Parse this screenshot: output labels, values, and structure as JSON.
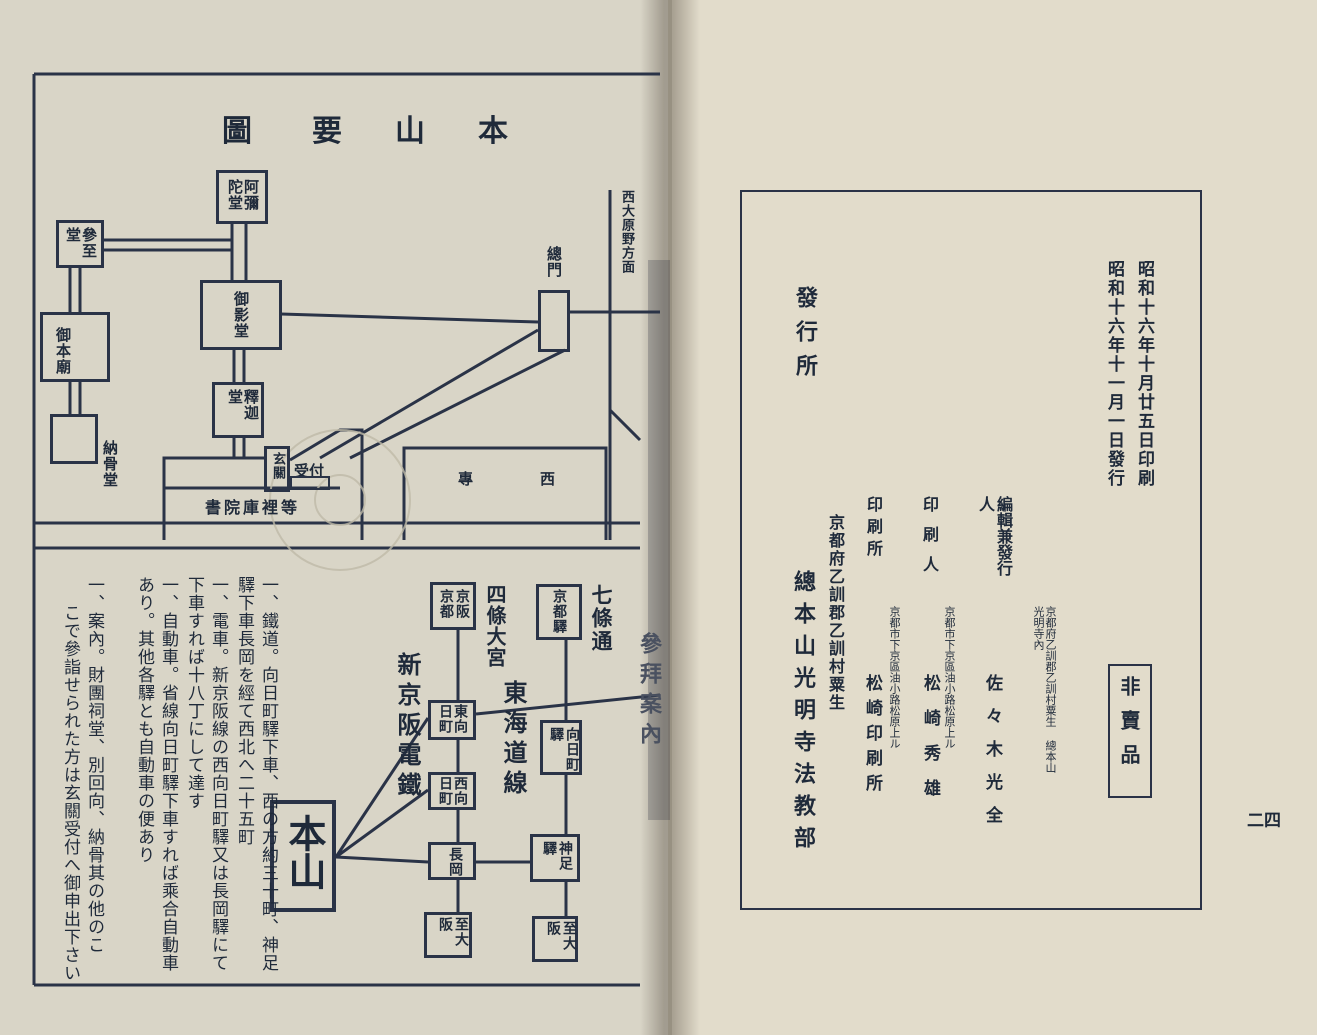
{
  "map": {
    "title": "本 山 要 圖",
    "title_chars": [
      "本",
      "山",
      "要",
      "圖"
    ],
    "buildings": {
      "amida": "阿彌陀堂",
      "sanshi": "參至堂",
      "goeido": "御影堂",
      "gohonbyo": "御本廟",
      "shakado": "釋迦堂",
      "nokotsu": "納骨堂",
      "genkan": "玄關",
      "uketsuke": "受付",
      "shoin": "書院庫裡等",
      "somon": "總門",
      "sen": "專",
      "nishi": "西",
      "road": "西大原野方面"
    }
  },
  "guide": {
    "routes": {
      "shichijo": "七條通",
      "shijo": "四條大宮",
      "tokaido": "東海道線",
      "shinkeihan": "新京阪電鐵"
    },
    "stations": {
      "kyoto": "京都驛",
      "kyoto_osaka": "京阪京都",
      "higashimuko": "東向日町",
      "mukomachi": "向日町驛",
      "nishimuko": "西向日町",
      "nagaoka": "長岡",
      "kamitari": "神足驛",
      "to_osaka_l": "至大阪",
      "to_osaka_r": "至大阪"
    },
    "honzan": "本山",
    "heading": "參拜案內",
    "paragraphs": [
      "一、鐵道。向日町驛下車、西の方約三十町、神足驛下車長岡を經て西北へ二十五町",
      "一、電車。新京阪線の西向日町驛又は長岡驛にて下車すれば十八丁にして達す",
      "一、自動車。省線向日町驛下車すれば乘合自動車あり。其他各驛とも自動車の便あり",
      "一、案內。財團祠堂、別回向、納骨其の他のこ",
      "こで參詣せられた方は玄關受付へ御申出下さい"
    ]
  },
  "colophon": {
    "print_date": "昭和十六年十月廿五日印刷",
    "issue_date": "昭和十六年十一月一日發行",
    "not_for_sale": "非賣品",
    "editor_label": "編輯兼發行人",
    "editor_address": "京都府乙訓郡乙訓村粟生 總本山光明寺內",
    "editor_name": "佐々木光全",
    "printer_label": "印刷人",
    "printer_address": "京都市下京區油小路松原上ル",
    "printer_name": "松崎秀雄",
    "press_label": "印刷所",
    "press_address": "京都市下京區油小路松原上ル",
    "press_name": "松崎印刷所",
    "publisher_address": "京都府乙訓郡乙訓村粟生",
    "publisher_label": "發行所",
    "publisher_name": "總本山光明寺法教部",
    "page_number": "二四"
  }
}
